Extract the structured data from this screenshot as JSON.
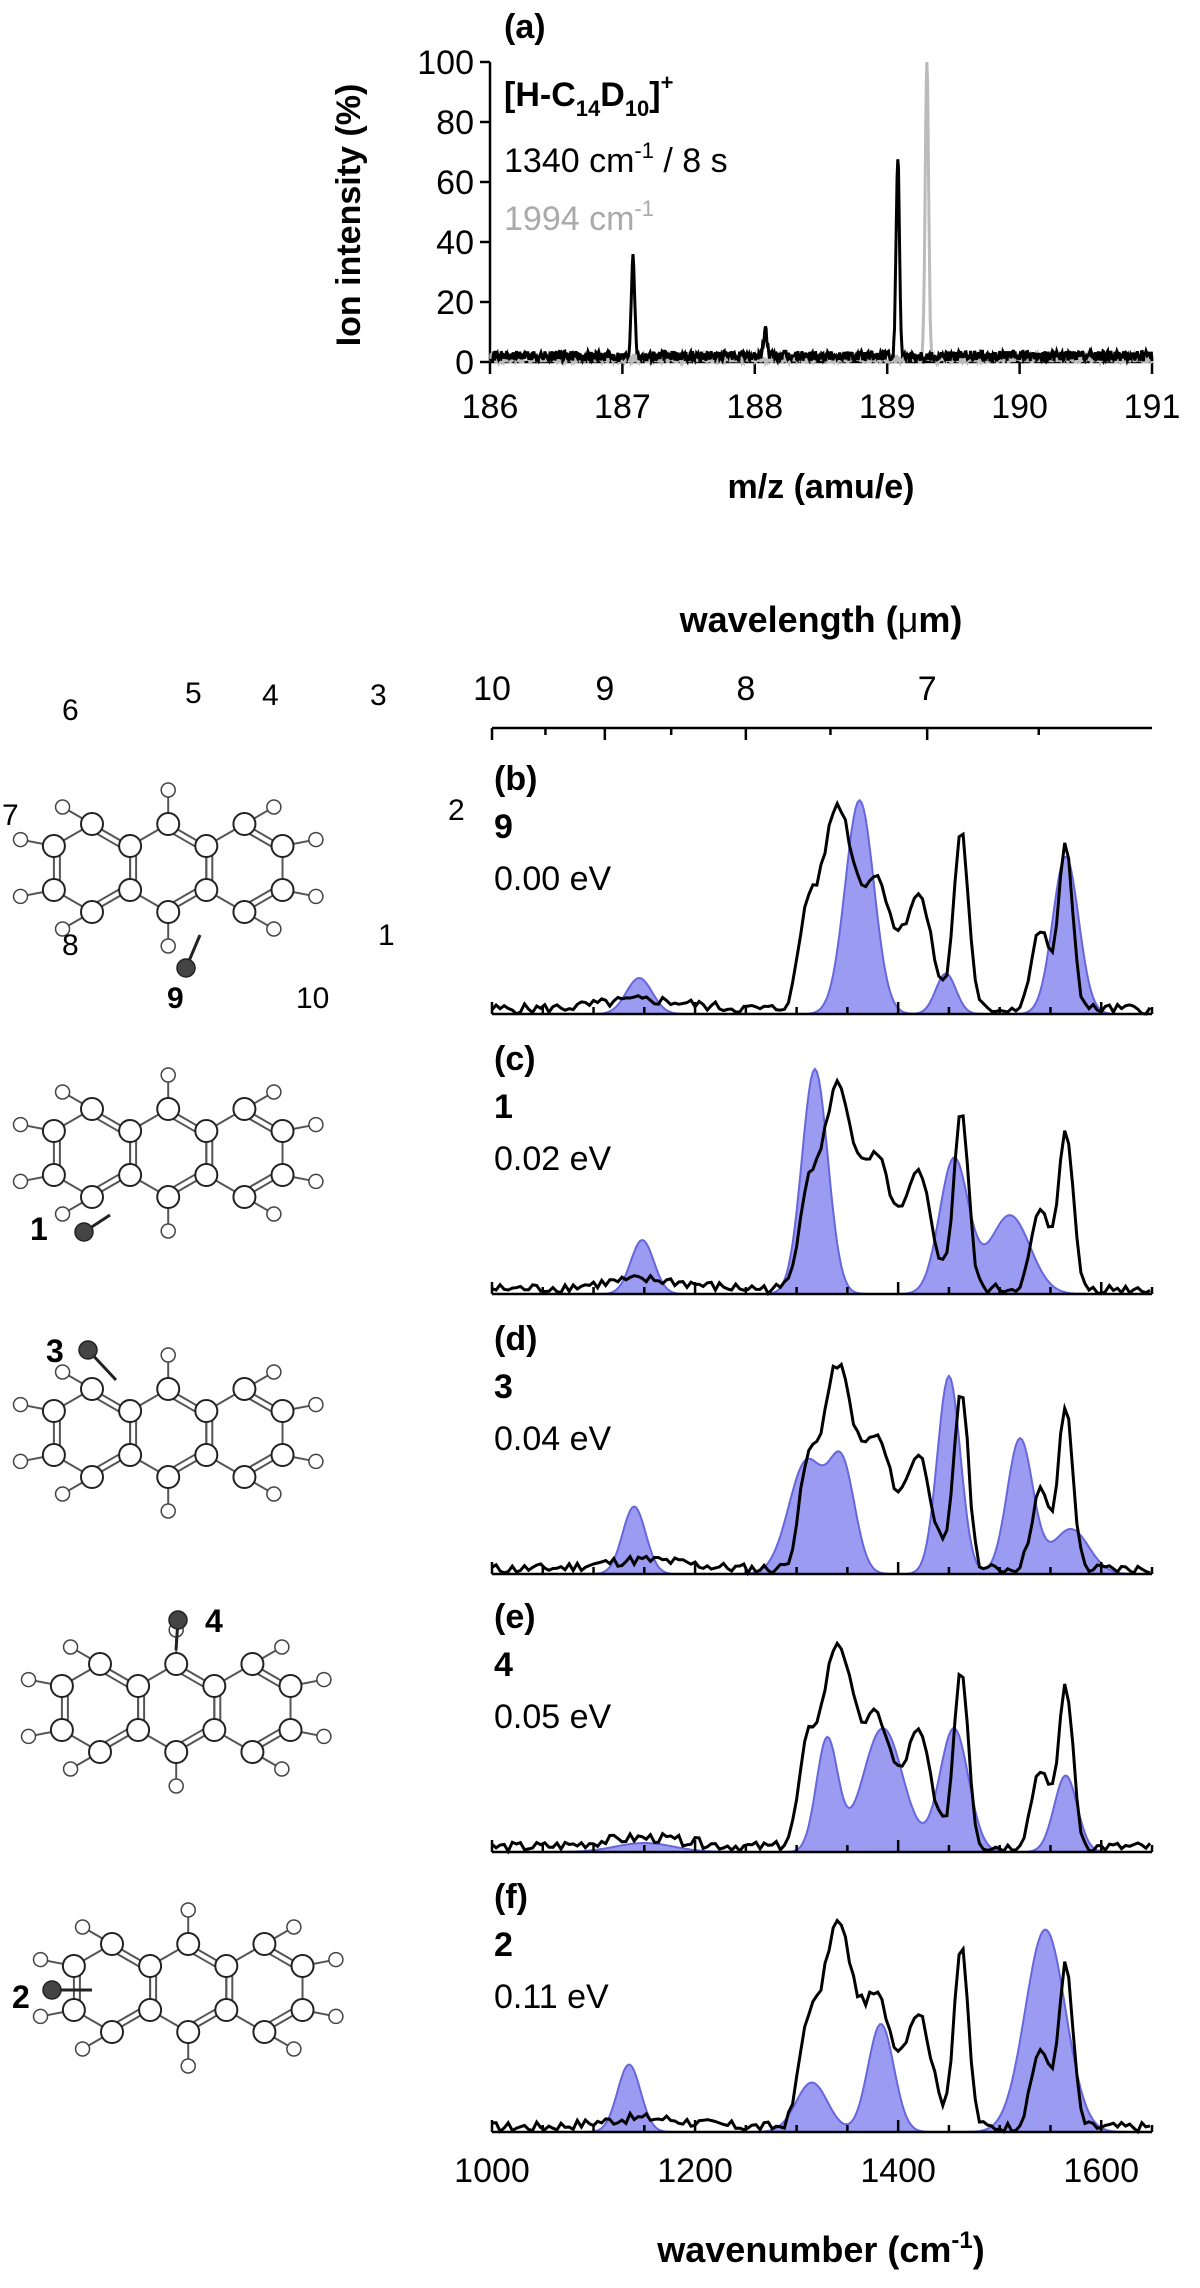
{
  "ms_panel": {
    "label": "(a)",
    "species": "[H-C",
    "species_sub1": "14",
    "species_mid": "D",
    "species_sub2": "10",
    "species_end": "]",
    "species_sup": "+",
    "legend_black": "1340 cm",
    "legend_black_sup": "-1",
    "legend_black_end": " / 8 s",
    "legend_gray": "1994 cm",
    "legend_gray_sup": "-1",
    "ylabel": "Ion intensity (%)",
    "xlabel": "m/z (amu/e)"
  },
  "ir_axes": {
    "top_label_pre": "wavelength (",
    "top_label_mu": "μ",
    "top_label_post": "m)",
    "bottom_label": "wavenumber (cm",
    "bottom_label_sup": "-1",
    "bottom_label_end": ")"
  },
  "panels": [
    {
      "label": "(b)",
      "isomer": "9",
      "energy": "0.00 eV"
    },
    {
      "label": "(c)",
      "isomer": "1",
      "energy": "0.02 eV"
    },
    {
      "label": "(d)",
      "isomer": "3",
      "energy": "0.04 eV"
    },
    {
      "label": "(e)",
      "isomer": "4",
      "energy": "0.05 eV"
    },
    {
      "label": "(f)",
      "isomer": "2",
      "energy": "0.11 eV"
    }
  ],
  "structure_labels": {
    "numbers": [
      "1",
      "2",
      "3",
      "4",
      "5",
      "6",
      "7",
      "8",
      "9",
      "10"
    ],
    "site_labels": [
      "9",
      "1",
      "3",
      "4",
      "2"
    ]
  },
  "colors": {
    "experiment": "#000000",
    "ms_gray": "#bbbbbb",
    "theory_fill": "#8a8af0",
    "theory_line": "#6666dd"
  },
  "chart_data": [
    {
      "type": "line",
      "title": "(a)",
      "xlabel": "m/z (amu/e)",
      "ylabel": "Ion intensity (%)",
      "xlim": [
        186,
        191
      ],
      "ylim": [
        0,
        100
      ],
      "xticks": [
        186,
        187,
        188,
        189,
        190,
        191
      ],
      "yticks": [
        0,
        20,
        40,
        60,
        80,
        100
      ],
      "series": [
        {
          "name": "1340 cm-1 / 8 s",
          "color": "#000000",
          "baseline": 2,
          "peaks": [
            {
              "x": 187.08,
              "y": 34
            },
            {
              "x": 188.08,
              "y": 9
            },
            {
              "x": 189.08,
              "y": 66
            }
          ]
        },
        {
          "name": "1994 cm-1",
          "color": "#bbbbbb",
          "baseline": 1,
          "peaks": [
            {
              "x": 189.3,
              "y": 100
            }
          ]
        }
      ]
    },
    {
      "type": "area",
      "xlabel": "wavenumber (cm-1)",
      "x2label": "wavelength (μm)",
      "xlim": [
        1000,
        1650
      ],
      "xticks": [
        1000,
        1200,
        1400,
        1600
      ],
      "x2ticks": [
        10,
        9,
        8,
        7
      ],
      "experiment_peaks": [
        {
          "x": 1340,
          "y": 0.9,
          "w": 22
        },
        {
          "x": 1380,
          "y": 0.55,
          "w": 20
        },
        {
          "x": 1420,
          "y": 0.5,
          "w": 18
        },
        {
          "x": 1462,
          "y": 0.8,
          "w": 10
        },
        {
          "x": 1540,
          "y": 0.35,
          "w": 12
        },
        {
          "x": 1565,
          "y": 0.72,
          "w": 10
        },
        {
          "x": 1310,
          "y": 0.35,
          "w": 12
        },
        {
          "x": 1150,
          "y": 0.04,
          "w": 60
        }
      ],
      "theory": [
        {
          "isomer": "9",
          "peaks": [
            {
              "x": 1145,
              "y": 0.16,
              "w": 18
            },
            {
              "x": 1362,
              "y": 0.95,
              "w": 20
            },
            {
              "x": 1447,
              "y": 0.18,
              "w": 14
            },
            {
              "x": 1565,
              "y": 0.7,
              "w": 18
            }
          ]
        },
        {
          "isomer": "1",
          "peaks": [
            {
              "x": 1148,
              "y": 0.24,
              "w": 16
            },
            {
              "x": 1318,
              "y": 1.0,
              "w": 18
            },
            {
              "x": 1455,
              "y": 0.6,
              "w": 20
            },
            {
              "x": 1510,
              "y": 0.35,
              "w": 28
            }
          ]
        },
        {
          "isomer": "3",
          "peaks": [
            {
              "x": 1140,
              "y": 0.3,
              "w": 16
            },
            {
              "x": 1310,
              "y": 0.5,
              "w": 25
            },
            {
              "x": 1345,
              "y": 0.46,
              "w": 18
            },
            {
              "x": 1450,
              "y": 0.88,
              "w": 16
            },
            {
              "x": 1520,
              "y": 0.6,
              "w": 18
            },
            {
              "x": 1570,
              "y": 0.2,
              "w": 25
            }
          ]
        },
        {
          "isomer": "4",
          "peaks": [
            {
              "x": 1150,
              "y": 0.04,
              "w": 40
            },
            {
              "x": 1330,
              "y": 0.5,
              "w": 15
            },
            {
              "x": 1385,
              "y": 0.55,
              "w": 28
            },
            {
              "x": 1455,
              "y": 0.55,
              "w": 20
            },
            {
              "x": 1565,
              "y": 0.34,
              "w": 16
            }
          ]
        },
        {
          "isomer": "2",
          "peaks": [
            {
              "x": 1135,
              "y": 0.3,
              "w": 16
            },
            {
              "x": 1315,
              "y": 0.22,
              "w": 22
            },
            {
              "x": 1383,
              "y": 0.48,
              "w": 18
            },
            {
              "x": 1545,
              "y": 0.9,
              "w": 28
            }
          ]
        }
      ]
    }
  ]
}
